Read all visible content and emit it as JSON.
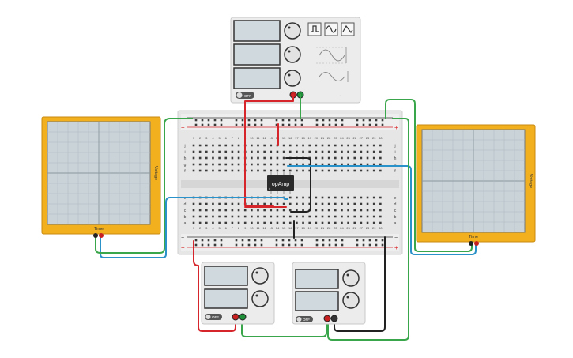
{
  "function_generator": {
    "power_label": "OFF",
    "waveforms": [
      "square",
      "sine",
      "triangle"
    ]
  },
  "breadboard": {
    "col_numbers": [
      "1",
      "2",
      "3",
      "4",
      "5",
      "6",
      "7",
      "8",
      "9",
      "10",
      "11",
      "12",
      "13",
      "14",
      "15",
      "16",
      "17",
      "18",
      "19",
      "20",
      "21",
      "22",
      "23",
      "24",
      "25",
      "26",
      "27",
      "28",
      "29",
      "30"
    ],
    "row_letters_top": [
      "j",
      "i",
      "h",
      "g",
      "f"
    ],
    "row_letters_bottom": [
      "e",
      "d",
      "c",
      "b",
      "a"
    ],
    "rail_plus": "+",
    "rail_minus": "−"
  },
  "opamp": {
    "label": "opAmp"
  },
  "oscilloscope_left": {
    "y_label": "Voltage",
    "x_label": "Time"
  },
  "oscilloscope_right": {
    "y_label": "Voltage",
    "x_label": "Time"
  },
  "power_supply_left": {
    "power_label": "OFF"
  },
  "power_supply_right": {
    "power_label": "OFF"
  },
  "colors": {
    "scope_frame": "#f2b01e",
    "scope_screen": "#c9d3d8",
    "wire_red": "#d7262b",
    "wire_green": "#3aa64b",
    "wire_blue": "#2a92c9",
    "wire_black": "#222222",
    "device_body": "#eeeeee",
    "breadboard": "#e6e6e6"
  }
}
